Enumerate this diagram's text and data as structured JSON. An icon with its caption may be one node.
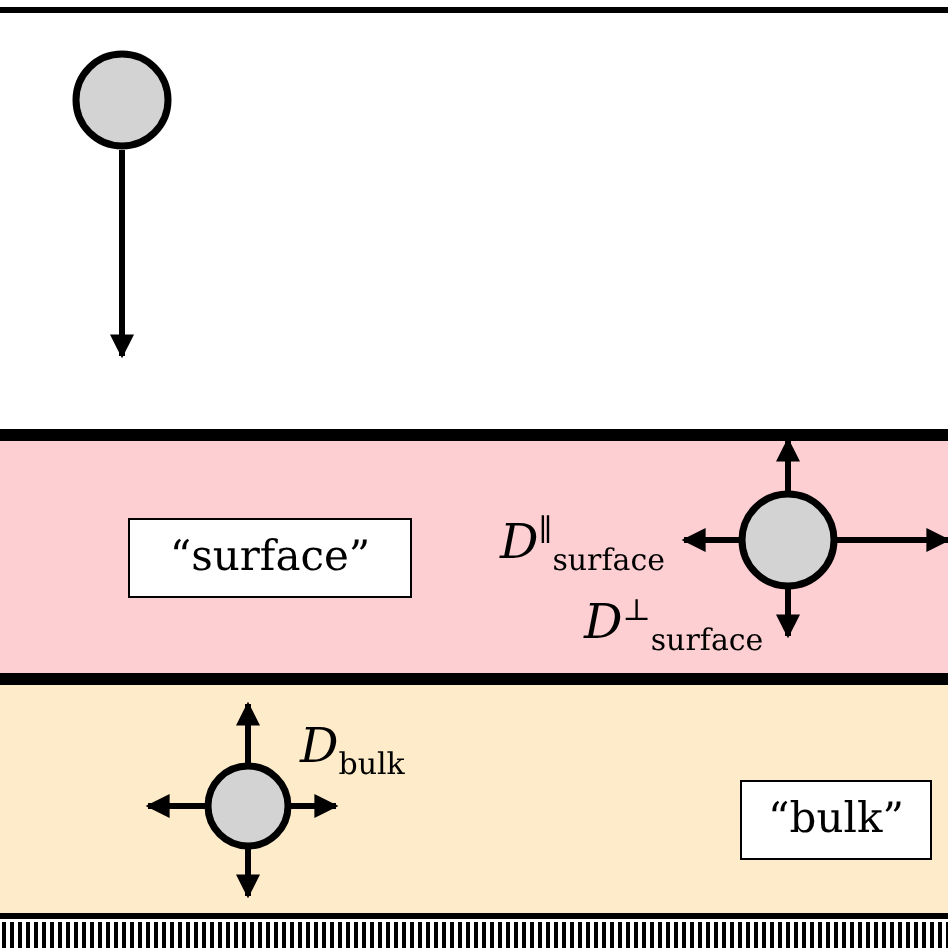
{
  "diagram": {
    "nodes": [
      {
        "text": [
          "“surface”"
        ]
      },
      {
        "text": [
          "“bulk”"
        ]
      }
    ],
    "labels": [
      "*D*$^{∥}$$_{surface}$",
      "*D*$^{⊥}$$_{surface}$",
      "*D*$_{bulk}$"
    ]
  }
}
